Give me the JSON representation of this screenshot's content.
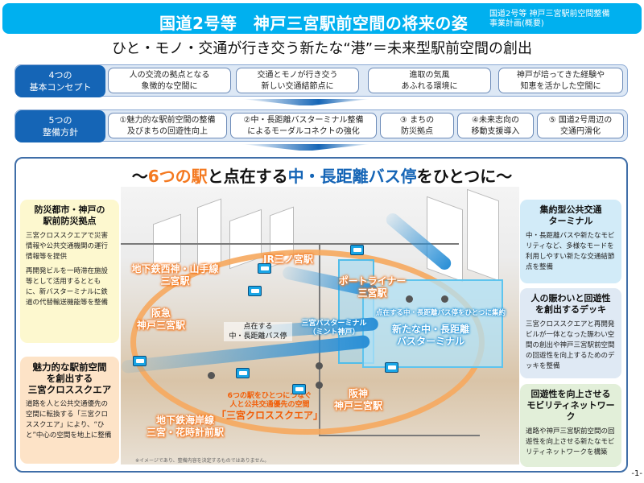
{
  "header": {
    "title": "国道2号等　神戸三宮駅前空間の将来の姿",
    "subtitle_line1": "国道2号等 神戸三宮駅前空間整備",
    "subtitle_line2": "事業計画(概要)",
    "color": "#00b0ef"
  },
  "tagline": "ひと・モノ・交通が行き交う新たな“港”＝未来型駅前空間の創出",
  "concepts": {
    "label_line1": "4つの",
    "label_line2": "基本コンセプト",
    "items": [
      {
        "line1": "人の交流の拠点となる",
        "line2": "象徴的な空間に"
      },
      {
        "line1": "交通とモノが行き交う",
        "line2": "新しい交通結節点に"
      },
      {
        "line1": "進取の気風",
        "line2": "あふれる環境に"
      },
      {
        "line1": "神戸が培ってきた経験や",
        "line2": "知恵を活かした空間に"
      }
    ]
  },
  "policies": {
    "label_line1": "5つの",
    "label_line2": "整備方針",
    "items": [
      {
        "line1": "①魅力的な駅前空間の整備",
        "line2": "及びまちの回遊性向上"
      },
      {
        "line1": "②中・長距離バスターミナル整備",
        "line2": "によるモーダルコネクトの強化"
      },
      {
        "line1": "③ まちの",
        "line2": "防災拠点"
      },
      {
        "line1": "④未来志向の",
        "line2": "移動支援導入"
      },
      {
        "line1": "⑤ 国道2号周辺の",
        "line2": "交通円滑化"
      }
    ]
  },
  "panel": {
    "title_pre": "～",
    "title_orange": "6つの駅",
    "title_mid": "と点在する",
    "title_blue": "中・長距離バス停",
    "title_post": "をひとつに～",
    "accent_orange": "#f47920",
    "accent_blue": "#1565b6"
  },
  "illustration": {
    "stations": {
      "subway_nishin_line1": "地下鉄西神・山手線",
      "subway_nishin_line2": "三宮駅",
      "hankyu_line1": "阪急",
      "hankyu_line2": "神戸三宮駅",
      "jr": "JR三ノ宮駅",
      "portliner_line1": "ポートライナー",
      "portliner_line2": "三宮駅",
      "subway_kaigan_line1": "地下鉄海岸線",
      "subway_kaigan_line2": "三宮・花時計前駅",
      "hanshin_line1": "阪神",
      "hanshin_line2": "神戸三宮駅"
    },
    "scattered_stops_line1": "点在する",
    "scattered_stops_line2": "中・長距離バス停",
    "mint_line1": "三宮バスターミナル",
    "mint_line2": "（ミント神戸）",
    "consolidate": "点在する中・長距離バス停をひとつに集約",
    "new_terminal_line1": "新たな中・長距離",
    "new_terminal_line2": "バスターミナル",
    "cross_line1": "6つの駅をひとつにつなぐ",
    "cross_line2": "人と公共交通優先の空間",
    "cross_name": "「三宮クロススクエア」",
    "note": "※イメージであり、整備内容を決定するものではありません。"
  },
  "left_boxes": [
    {
      "title_line1": "防災都市・神戸の",
      "title_line2": "駅前防災拠点",
      "para1": "三宮クロススクエアで災害情報や公共交通機関の運行情報等を提供",
      "para2": "再開発ビルを一時滞在施設等として活用するとともに、新バスターミナルに鉄道の代替輸送機能等を整備"
    },
    {
      "title_line1": "魅力的な駅前空間",
      "title_line2": "を創出する",
      "title_line3": "三宮クロススクエア",
      "para1": "道路を人と公共交通優先の空間に転換する「三宮クロススクエア」により、“ひと”中心の空間を地上に整備"
    }
  ],
  "right_boxes": [
    {
      "title_line1": "集約型公共交通",
      "title_line2": "ターミナル",
      "para1": "中・長距離バスや新たなモビリティなど、多様なモードを利用しやすい新たな交通結節点を整備"
    },
    {
      "title_line1": "人の賑わいと回遊性",
      "title_line2": "を創出するデッキ",
      "para1": "三宮クロススクエアと再開発ビルが一体となった賑わい空間の創出や神戸三宮駅前空間の回遊性を向上するためのデッキを整備"
    },
    {
      "title_line1": "回遊性を向上させる",
      "title_line2": "モビリティネットワーク",
      "para1": "道路や神戸三宮駅前空間の回遊性を向上させる新たなモビリティネットワークを構築"
    }
  ],
  "page_number": "-1-"
}
